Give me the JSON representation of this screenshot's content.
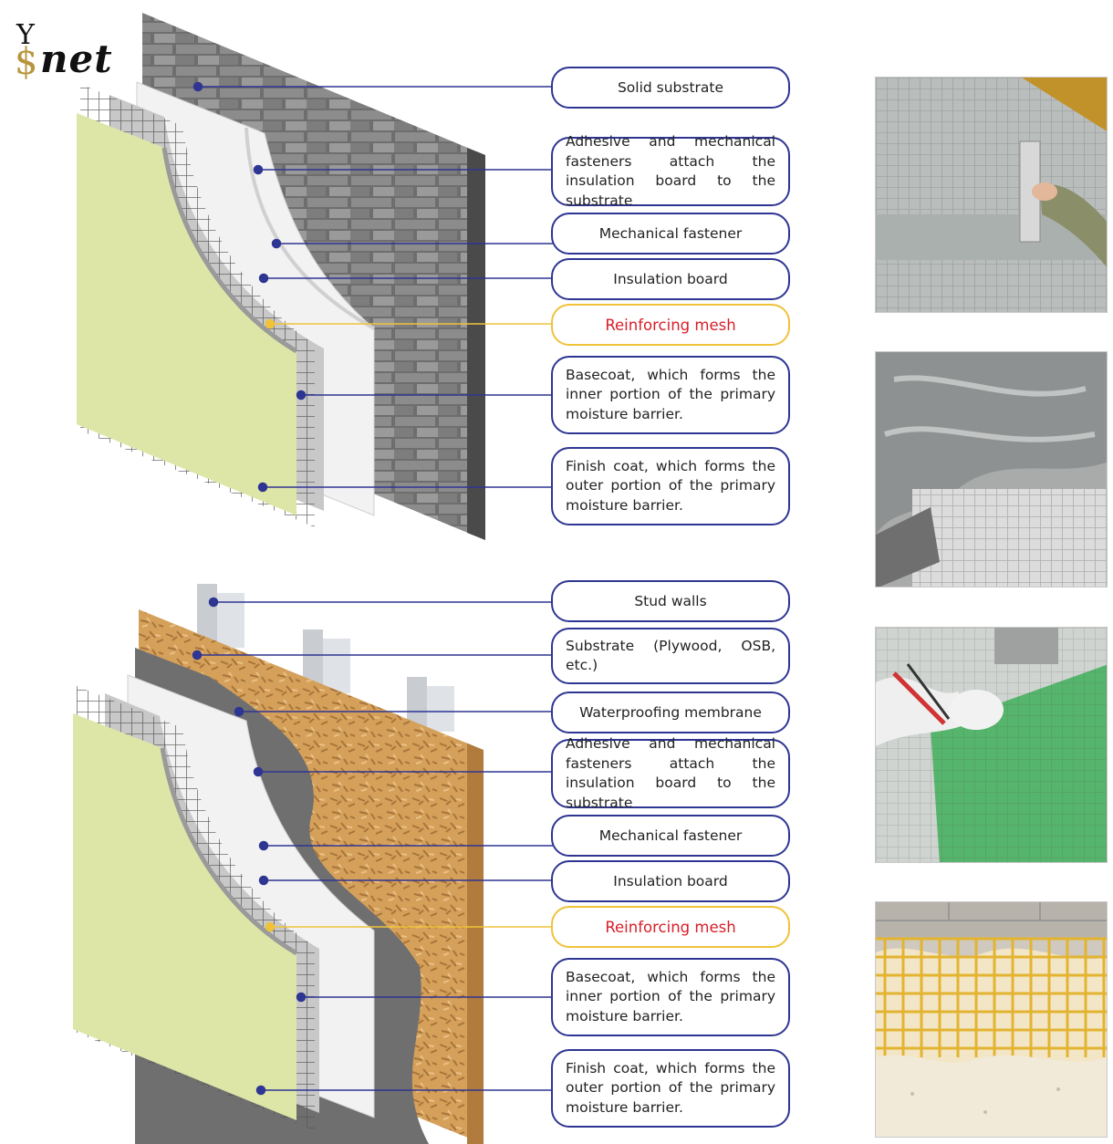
{
  "logo": {
    "y": "Y",
    "dollar": "$",
    "word": "net"
  },
  "colors": {
    "leader": "#2e3592",
    "mesh_leader": "#f0c23a",
    "mesh_text": "#d81e28",
    "finish": "#dde6a7",
    "osb": "#d6a25f"
  },
  "top_system": {
    "labels": [
      {
        "text": "Solid substrate"
      },
      {
        "text": "Adhesive and mechanical fasteners attach the insulation board to the substrate"
      },
      {
        "text": "Mechanical fastener"
      },
      {
        "text": "Insulation board"
      },
      {
        "text": "Reinforcing mesh"
      },
      {
        "text": "Basecoat, which forms the inner portion of the primary moisture barrier."
      },
      {
        "text": "Finish coat, which forms the outer portion of the primary moisture barrier."
      }
    ]
  },
  "bottom_system": {
    "labels": [
      {
        "text": "Stud walls"
      },
      {
        "text": "Substrate (Plywood, OSB, etc.)"
      },
      {
        "text": "Waterproofing membrane"
      },
      {
        "text": "Adhesive and mechanical fasteners attach the insulation board to the substrate"
      },
      {
        "text": "Mechanical fastener"
      },
      {
        "text": "Insulation board"
      },
      {
        "text": "Reinforcing mesh"
      },
      {
        "text": "Basecoat, which forms the inner portion of the primary moisture barrier."
      },
      {
        "text": "Finish coat, which forms the outer portion of the primary moisture barrier."
      }
    ]
  },
  "photos": [
    {
      "subject": "trowel applying adhesive over mesh on insulation board"
    },
    {
      "subject": "trowel spreading basecoat over fiberglass mesh"
    },
    {
      "subject": "gloved hands cutting green reinforcing mesh"
    },
    {
      "subject": "yellow mesh grid between basecoat and finish coat layers"
    }
  ]
}
